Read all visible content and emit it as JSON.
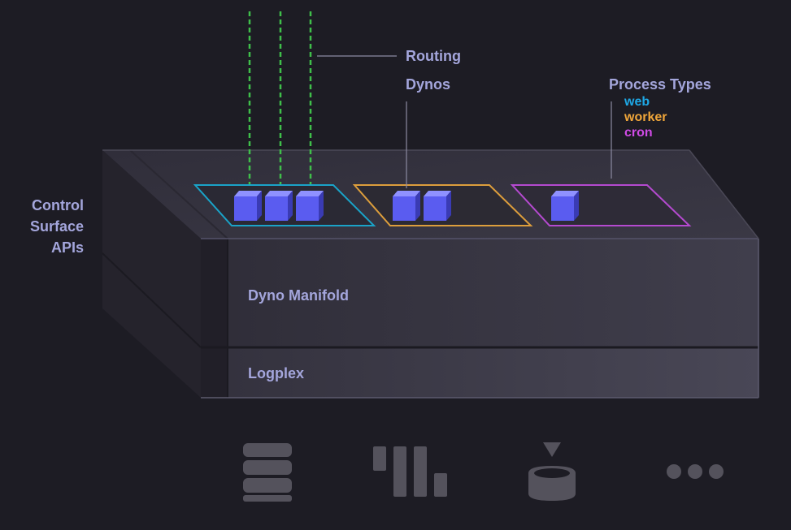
{
  "labels": {
    "routing": "Routing",
    "dynos": "Dynos",
    "process_types": "Process Types",
    "control_surface": [
      "Control",
      "Surface",
      "APIs"
    ],
    "dyno_manifold": "Dyno Manifold",
    "logplex": "Logplex"
  },
  "process_types": [
    {
      "name": "web",
      "color": "#1ea8e6"
    },
    {
      "name": "worker",
      "color": "#f0a63a"
    },
    {
      "name": "cron",
      "color": "#d04be6"
    }
  ],
  "dyno_groups": [
    {
      "process_type": "web",
      "dyno_count": 3,
      "border_color": "#1aa3c8"
    },
    {
      "process_type": "worker",
      "dyno_count": 2,
      "border_color": "#dd9e3c"
    },
    {
      "process_type": "cron",
      "dyno_count": 1,
      "border_color": "#b54ad0"
    }
  ],
  "colors": {
    "background": "#1d1c24",
    "label_text": "#a4a6dc",
    "routing_lines": "#3fbf4a",
    "dyno_cube": "#5a5cf0",
    "bottom_icons": "#54525c"
  },
  "bottom_icons": [
    "database-icon",
    "metrics-icon",
    "deploy-icon",
    "more-icon"
  ]
}
